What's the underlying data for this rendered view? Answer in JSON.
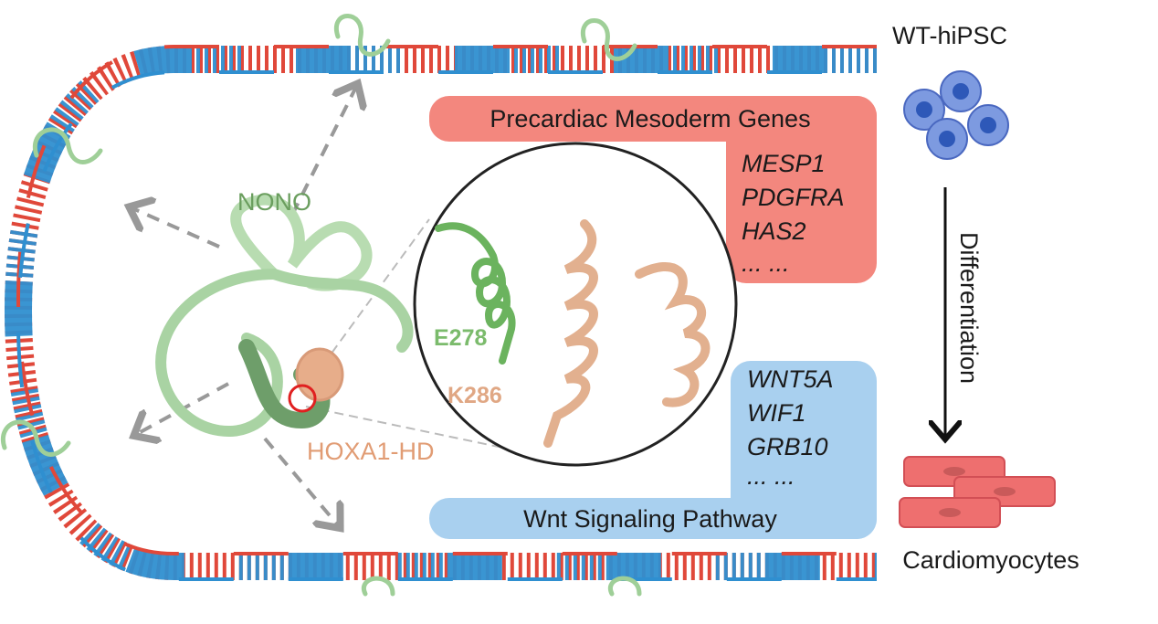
{
  "labels": {
    "cell_line": "WT-hiPSC",
    "differentiation": "Differentiation",
    "cardiomyocytes": "Cardiomyocytes",
    "nono": "NONO",
    "hoxa1": "HOXA1-HD",
    "residue_e": "E278",
    "residue_k": "K286"
  },
  "precardiac": {
    "title": "Precardiac Mesoderm Genes",
    "genes": [
      "MESP1",
      "PDGFRA",
      "HAS2",
      "... ..."
    ]
  },
  "wnt": {
    "title": "Wnt Signaling Pathway",
    "genes": [
      "WNT5A",
      "WIF1",
      "GRB10",
      "... ..."
    ]
  },
  "colors": {
    "dna_red": "#e0483a",
    "dna_blue": "#2f8fd0",
    "precardiac_box": "#f3877e",
    "wnt_box": "#a9d0ef",
    "nono_green": "#a9d3a3",
    "hoxa_tan": "#e7ad8a",
    "cell_blue": "#5b7fd6",
    "cardio_red": "#ee6f6f"
  }
}
